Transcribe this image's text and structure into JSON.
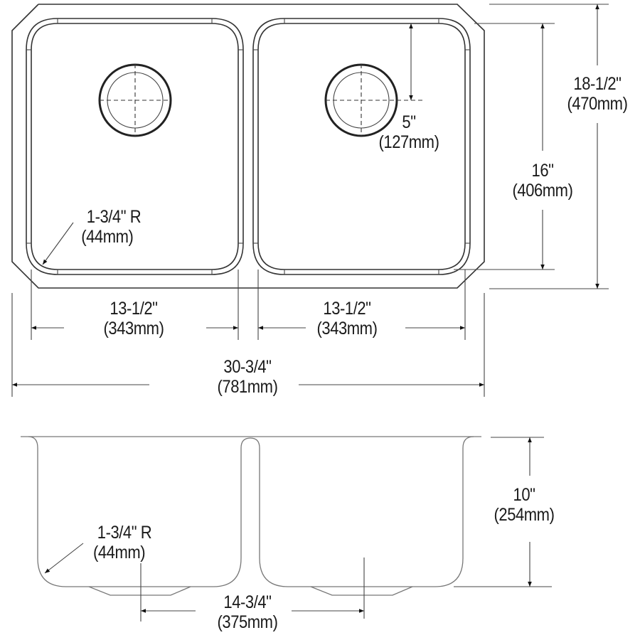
{
  "colors": {
    "line": "#333333",
    "text": "#1a1a1a",
    "background": "#ffffff"
  },
  "top_view": {
    "overall_width": {
      "imperial": "30-3/4\"",
      "metric": "(781mm)"
    },
    "overall_depth": {
      "imperial": "18-1/2\"",
      "metric": "(470mm)"
    },
    "bowl_depth_front_back": {
      "imperial": "16\"",
      "metric": "(406mm)"
    },
    "left_bowl_width": {
      "imperial": "13-1/2\"",
      "metric": "(343mm)"
    },
    "right_bowl_width": {
      "imperial": "13-1/2\"",
      "metric": "(343mm)"
    },
    "drain_offset": {
      "imperial": "5\"",
      "metric": "(127mm)"
    },
    "corner_radius": {
      "imperial": "1-3/4\" R",
      "metric": "(44mm)"
    }
  },
  "side_view": {
    "bowl_depth": {
      "imperial": "10\"",
      "metric": "(254mm)"
    },
    "drain_center_spacing": {
      "imperial": "14-3/4\"",
      "metric": "(375mm)"
    },
    "corner_radius": {
      "imperial": "1-3/4\" R",
      "metric": "(44mm)"
    }
  },
  "icons": [
    "drain-icon-left",
    "drain-icon-right",
    "dimension-arrow"
  ]
}
